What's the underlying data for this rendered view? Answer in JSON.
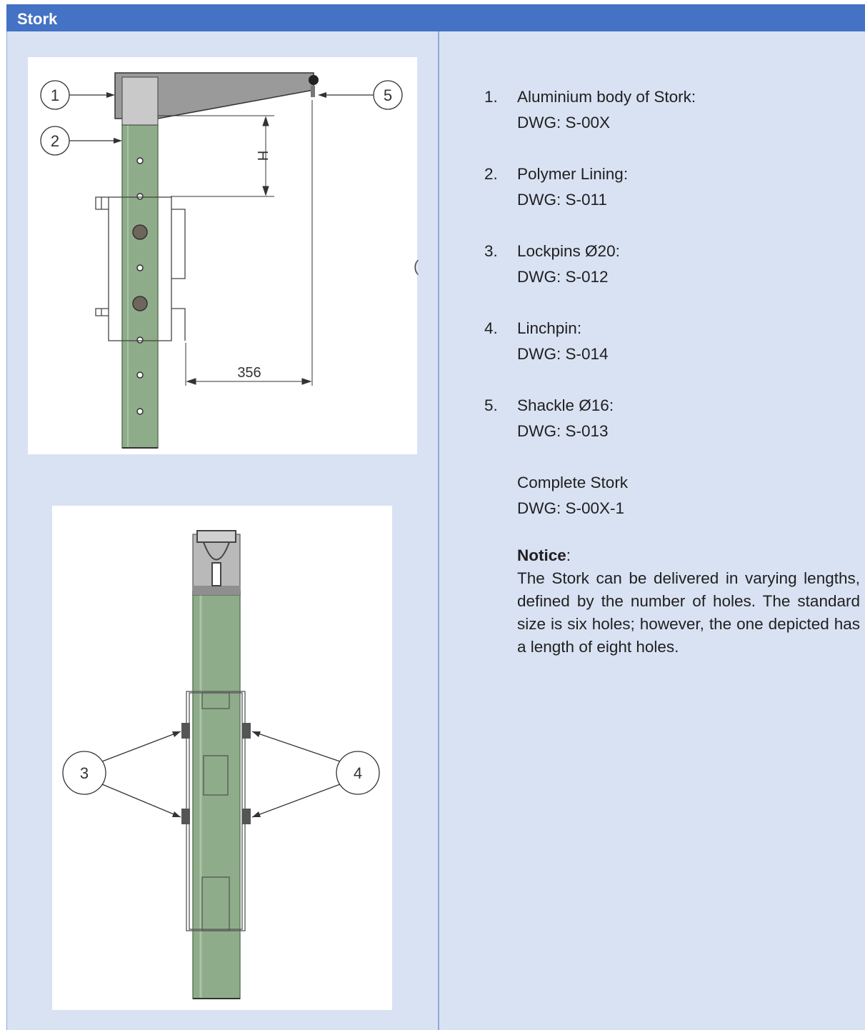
{
  "header": {
    "title": "Stork"
  },
  "figure_top": {
    "callouts": [
      "1",
      "2",
      "5"
    ],
    "dimensions": {
      "height_label": "H",
      "width_label": "356"
    }
  },
  "figure_bottom": {
    "callouts": [
      "3",
      "4"
    ]
  },
  "parts": [
    {
      "num": "1.",
      "name": "Aluminium body of Stork:",
      "dwg": "DWG: S-00X"
    },
    {
      "num": "2.",
      "name": "Polymer Lining:",
      "dwg": "DWG: S-011"
    },
    {
      "num": "3.",
      "name": "Lockpins Ø20:",
      "dwg": "DWG: S-012"
    },
    {
      "num": "4.",
      "name": "Linchpin:",
      "dwg": "DWG: S-014"
    },
    {
      "num": "5.",
      "name": "Shackle Ø16:",
      "dwg": "DWG: S-013"
    }
  ],
  "complete": {
    "name": "Complete Stork",
    "dwg": "DWG: S-00X-1"
  },
  "notice": {
    "label": "Notice",
    "colon": ":",
    "text": "The Stork can be delivered in varying lengths, defined by the number of holes. The standard size is six holes; however, the one depicted has a length of eight holes."
  },
  "colors": {
    "header": "#4472c4",
    "cell": "#d9e2f3",
    "pole": "#8fac8a",
    "arm": "#9a9a9a"
  }
}
